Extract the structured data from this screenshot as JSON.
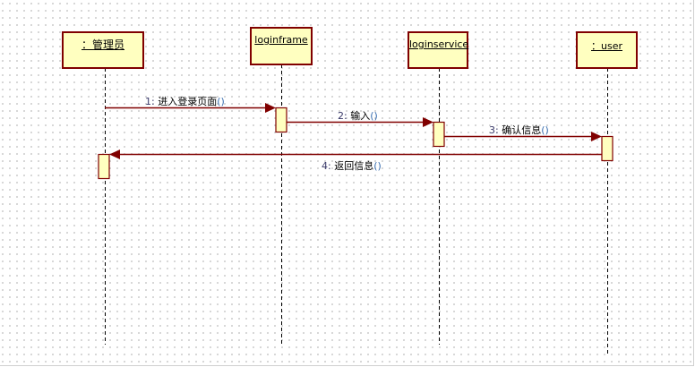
{
  "diagram_type": "sequence",
  "colors": {
    "object_fill": "#ffffc0",
    "object_border": "#800000",
    "message_line": "#800000",
    "lifeline": "#000000"
  },
  "objects": [
    {
      "id": "admin",
      "name": "：管理员"
    },
    {
      "id": "loginframe",
      "name": "loginframe"
    },
    {
      "id": "loginservice",
      "name": "loginservice"
    },
    {
      "id": "user",
      "name": "：user"
    }
  ],
  "messages": [
    {
      "seq": "1:",
      "text": "进入登录页面",
      "paren": "()",
      "from": "admin",
      "to": "loginframe"
    },
    {
      "seq": "2:",
      "text": "输入",
      "paren": "()",
      "from": "loginframe",
      "to": "loginservice"
    },
    {
      "seq": "3:",
      "text": "确认信息",
      "paren": "()",
      "from": "loginservice",
      "to": "user"
    },
    {
      "seq": "4:",
      "text": "返回信息",
      "paren": "()",
      "from": "user",
      "to": "admin"
    }
  ]
}
